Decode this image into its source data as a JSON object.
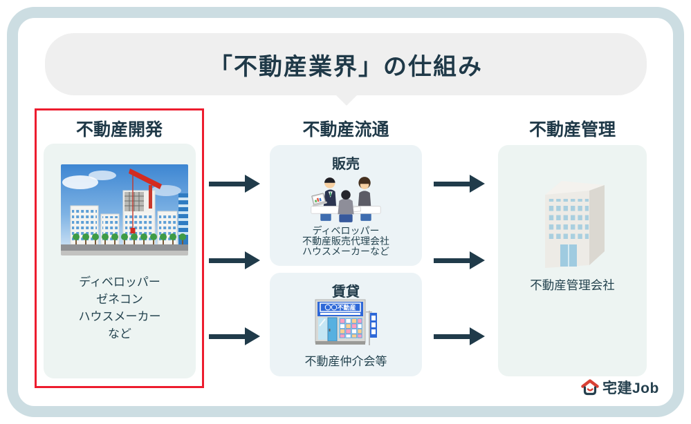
{
  "title": {
    "text": "「不動産業界」の仕組み"
  },
  "columns": {
    "development": {
      "title": "不動産開発",
      "items": [
        "ディベロッパー",
        "ゼネコン",
        "ハウスメーカー",
        "など"
      ]
    },
    "distribution": {
      "title": "不動産流通",
      "sales": {
        "label": "販売",
        "lines": [
          "ディベロッパー",
          "不動産販売代理会社",
          "ハウスメーカーなど"
        ]
      },
      "rental": {
        "label": "賃貸",
        "storefront_sign": "〇〇不動産",
        "caption": "不動産仲介会等"
      }
    },
    "management": {
      "title": "不動産管理",
      "caption": "不動産管理会社"
    }
  },
  "logo": {
    "text": "宅建Job"
  },
  "colors": {
    "frame_border": "#ccdde2",
    "title_bubble": "#efefef",
    "heading_text": "#1f3948",
    "body_text": "#24434f",
    "highlight_box_red": "#ed1c2e",
    "arrow": "#203b4a",
    "side_panel": "#edf4f2",
    "middle_panel": "#ecf3f6",
    "logo_red": "#d94135",
    "logo_navy": "#25404e",
    "storefront_sign_blue": "#2e68d8"
  },
  "icons": {
    "construction_site_photo": "city buildings under construction with red tower crane",
    "sales_meeting_illustration": "salespeople meeting customer at table with laptop",
    "storefront_illustration": "real-estate agency storefront with listing flyers and banner",
    "office_building_illustration": "3d grey office building with blue windows",
    "house_logo_icon": "smiling house with red roof",
    "arrow_right_icon": "solid right-pointing arrow"
  }
}
